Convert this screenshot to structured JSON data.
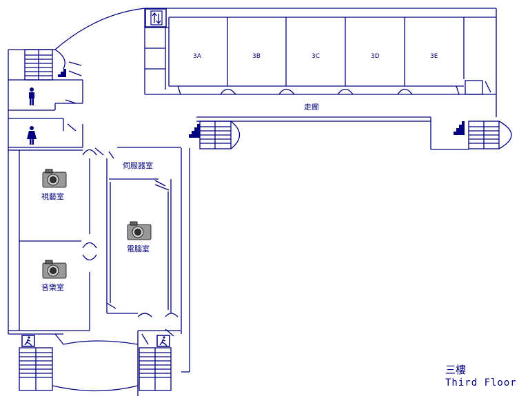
{
  "floor": {
    "title_zh": "三樓",
    "title_en": "Third Floor"
  },
  "colors": {
    "line": "#000080",
    "background": "#ffffff",
    "icon_fill": "#000080",
    "camera_body": "#888888"
  },
  "rooms": {
    "r3a": "3A",
    "r3b": "3B",
    "r3c": "3C",
    "r3d": "3D",
    "r3e": "3E",
    "corridor": "走廊",
    "server": "伺服器室",
    "av": "視藝室",
    "computer": "電腦室",
    "music": "音樂室"
  },
  "icons": [
    "elevator-icon",
    "male-toilet-icon",
    "female-toilet-icon",
    "stairs-icon",
    "camera-icon",
    "fire-exit-icon"
  ]
}
